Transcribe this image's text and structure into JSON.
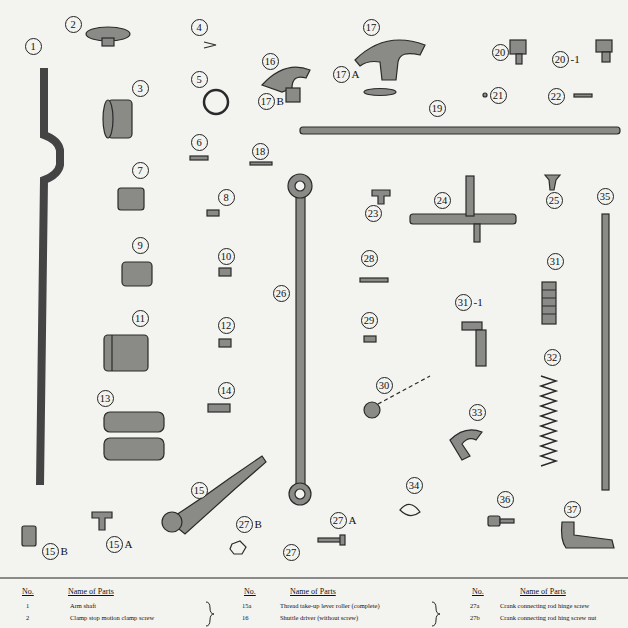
{
  "diagram": {
    "nodes": [
      {
        "text": [
          "1"
        ]
      },
      {
        "text": [
          "2"
        ]
      },
      {
        "text": [
          "3"
        ]
      },
      {
        "text": [
          "4"
        ]
      },
      {
        "text": [
          "5"
        ]
      },
      {
        "text": [
          "6"
        ]
      },
      {
        "text": [
          "7"
        ]
      },
      {
        "text": [
          "8"
        ]
      },
      {
        "text": [
          "9"
        ]
      },
      {
        "text": [
          "10"
        ]
      },
      {
        "text": [
          "11"
        ]
      },
      {
        "text": [
          "12"
        ]
      },
      {
        "text": [
          "13"
        ]
      },
      {
        "text": [
          "14"
        ]
      },
      {
        "text": [
          "15"
        ]
      },
      {
        "text": [
          "15",
          "B"
        ]
      },
      {
        "text": [
          "15",
          "A"
        ]
      },
      {
        "text": [
          "16"
        ]
      },
      {
        "text": [
          "17"
        ]
      },
      {
        "text": [
          "17",
          "A"
        ]
      },
      {
        "text": [
          "17",
          "B"
        ]
      },
      {
        "text": [
          "18"
        ]
      },
      {
        "text": [
          "19"
        ]
      },
      {
        "text": [
          "20"
        ]
      },
      {
        "text": [
          "20",
          "-1"
        ]
      },
      {
        "text": [
          "21"
        ]
      },
      {
        "text": [
          "22"
        ]
      },
      {
        "text": [
          "23"
        ]
      },
      {
        "text": [
          "24"
        ]
      },
      {
        "text": [
          "25"
        ]
      },
      {
        "text": [
          "26"
        ]
      },
      {
        "text": [
          "27",
          "B"
        ]
      },
      {
        "text": [
          "27",
          "A"
        ]
      },
      {
        "text": [
          "27"
        ]
      },
      {
        "text": [
          "28"
        ]
      },
      {
        "text": [
          "29"
        ]
      },
      {
        "text": [
          "30"
        ]
      },
      {
        "text": [
          "31"
        ]
      },
      {
        "text": [
          "31",
          "-1"
        ]
      },
      {
        "text": [
          "32"
        ]
      },
      {
        "text": [
          "33"
        ]
      },
      {
        "text": [
          "34"
        ]
      },
      {
        "text": [
          "35"
        ]
      },
      {
        "text": [
          "36"
        ]
      },
      {
        "text": [
          "37"
        ]
      }
    ],
    "labels": [
      "No.",
      "Name of Parts",
      "No.",
      "Name of Parts",
      "No.",
      "Name of Parts",
      "1",
      "Arm shaft",
      "15a",
      "Thread take-up lever roller (complete)",
      "27a",
      "Crank connecting rod hinge screw",
      "2",
      "Clamp stop motion clamp screw",
      "16",
      "Shuttle driver (without screw)",
      "27b",
      "Crank connecting rod hing screw nut"
    ]
  }
}
